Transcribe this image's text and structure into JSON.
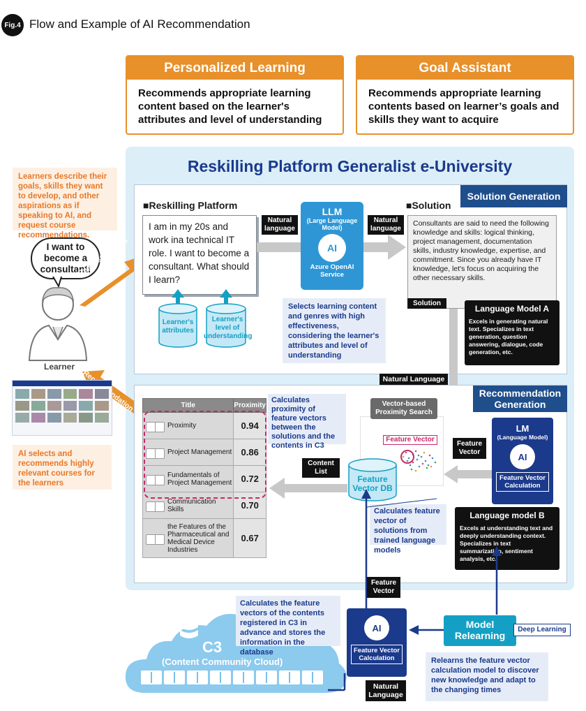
{
  "figure": {
    "badge": "Fig.4",
    "title": "Flow and Example of  AI Recommendation"
  },
  "cards": {
    "personalized": {
      "title": "Personalized Learning",
      "body": "Recommends appropriate learning content based on the learner's attributes and level of understanding"
    },
    "goal": {
      "title": "Goal Assistant",
      "body": "Recommends appropriate learning contents based on learner’s goals and skills they want to acquire"
    }
  },
  "platform": {
    "title": "Reskilling Platform Generalist e-University"
  },
  "left": {
    "learner_note": "Learners describe their goals, skills they want to develop, and other aspirations as if speaking to AI, and request course recommendations.",
    "speech": "I want to become a consultant!",
    "learner_label": "Learner",
    "request_arrow": "Request courses",
    "recommend_arrow": "Recommendation",
    "ai_note": "AI selects and recommends highly relevant courses for the learners"
  },
  "solution_generation": {
    "tag": "Solution Generation",
    "reskilling_label": "■Reskilling Platform",
    "query": "I am in my 20s and work ina technical IT role. I want to become a consultant. What should I learn?",
    "db1": "Learner's attributes",
    "db2": "Learner's level of understanding",
    "nl_in": "Natural language",
    "nl_out": "Natural language",
    "llm_title": "LLM",
    "llm_sub": "(Large Language Model)",
    "llm_service": "Azure OpenAI Service",
    "ai_text": "AI",
    "llm_note": "Selects learning content and genres with high effectiveness, considering the learner's attributes and level of understanding",
    "solution_label": "■Solution",
    "solution_text": "Consultants are said to need the following knowledge and skills: logical thinking, project management, documentation skills, industry knowledge, expertise, and commitment. Since you already have IT knowledge, let's focus on acquiring the other necessary skills.",
    "solution_tag": "Solution",
    "lma_title": "Language Model A",
    "lma_text": "Excels in generating natural text. Specializes in text generation, question answering, dialogue, code generation, etc."
  },
  "recommendation_generation": {
    "tag": "Recommendation Generation",
    "nl_label": "Natural Language",
    "table_headers": [
      "Title",
      "Proximity"
    ],
    "rows": [
      {
        "title": "Proximity",
        "value": "0.94"
      },
      {
        "title": "Project Management",
        "value": "0.86"
      },
      {
        "title": "Fundamentals of Project Management",
        "value": "0.72"
      },
      {
        "title": "Communication Skills",
        "value": "0.70"
      },
      {
        "title": "the Features of the Pharmaceutical and Medical Device Industries",
        "value": "0.67"
      }
    ],
    "proximity_note": "Calculates proximity of feature vectors between the solutions and the contents in C3",
    "vector_search": "Vector-based Proximity Search",
    "feature_vector_label": "Feature Vector",
    "content_list": "Content List",
    "fvdb": "Feature Vector DB",
    "fv_arrow": "Feature Vector",
    "lm_title": "LM",
    "lm_sub": "(Language Model)",
    "lm_calc": "Feature Vector Calculation",
    "fv_note": "Calculates feature vector of solutions from trained language models",
    "lmb_title": "Language model B",
    "lmb_text": "Excels at understanding text and deeply understanding context. Specializes in text summarization, sentiment analysis, etc."
  },
  "bottom": {
    "fv_up": "Feature Vector",
    "c3_note": "Calculates the feature vectors of the contents registered in C3 in advance and stores the information in the database",
    "c3_title": "C3",
    "c3_sub": "(Content Community Cloud)",
    "fv_calc": "Feature Vector Calculation",
    "nl_bottom": "Natural Language",
    "relearn": "Model Relearning",
    "deep": "Deep Learning",
    "relearn_note": "Relearns the feature vector calculation model to discover new knowledge and adapt to the changing times"
  },
  "colors": {
    "orange": "#e8902a",
    "navy": "#1b3a8c",
    "teal": "#14a0c4",
    "light_blue": "#dceef8",
    "magenta": "#c62a6a"
  }
}
